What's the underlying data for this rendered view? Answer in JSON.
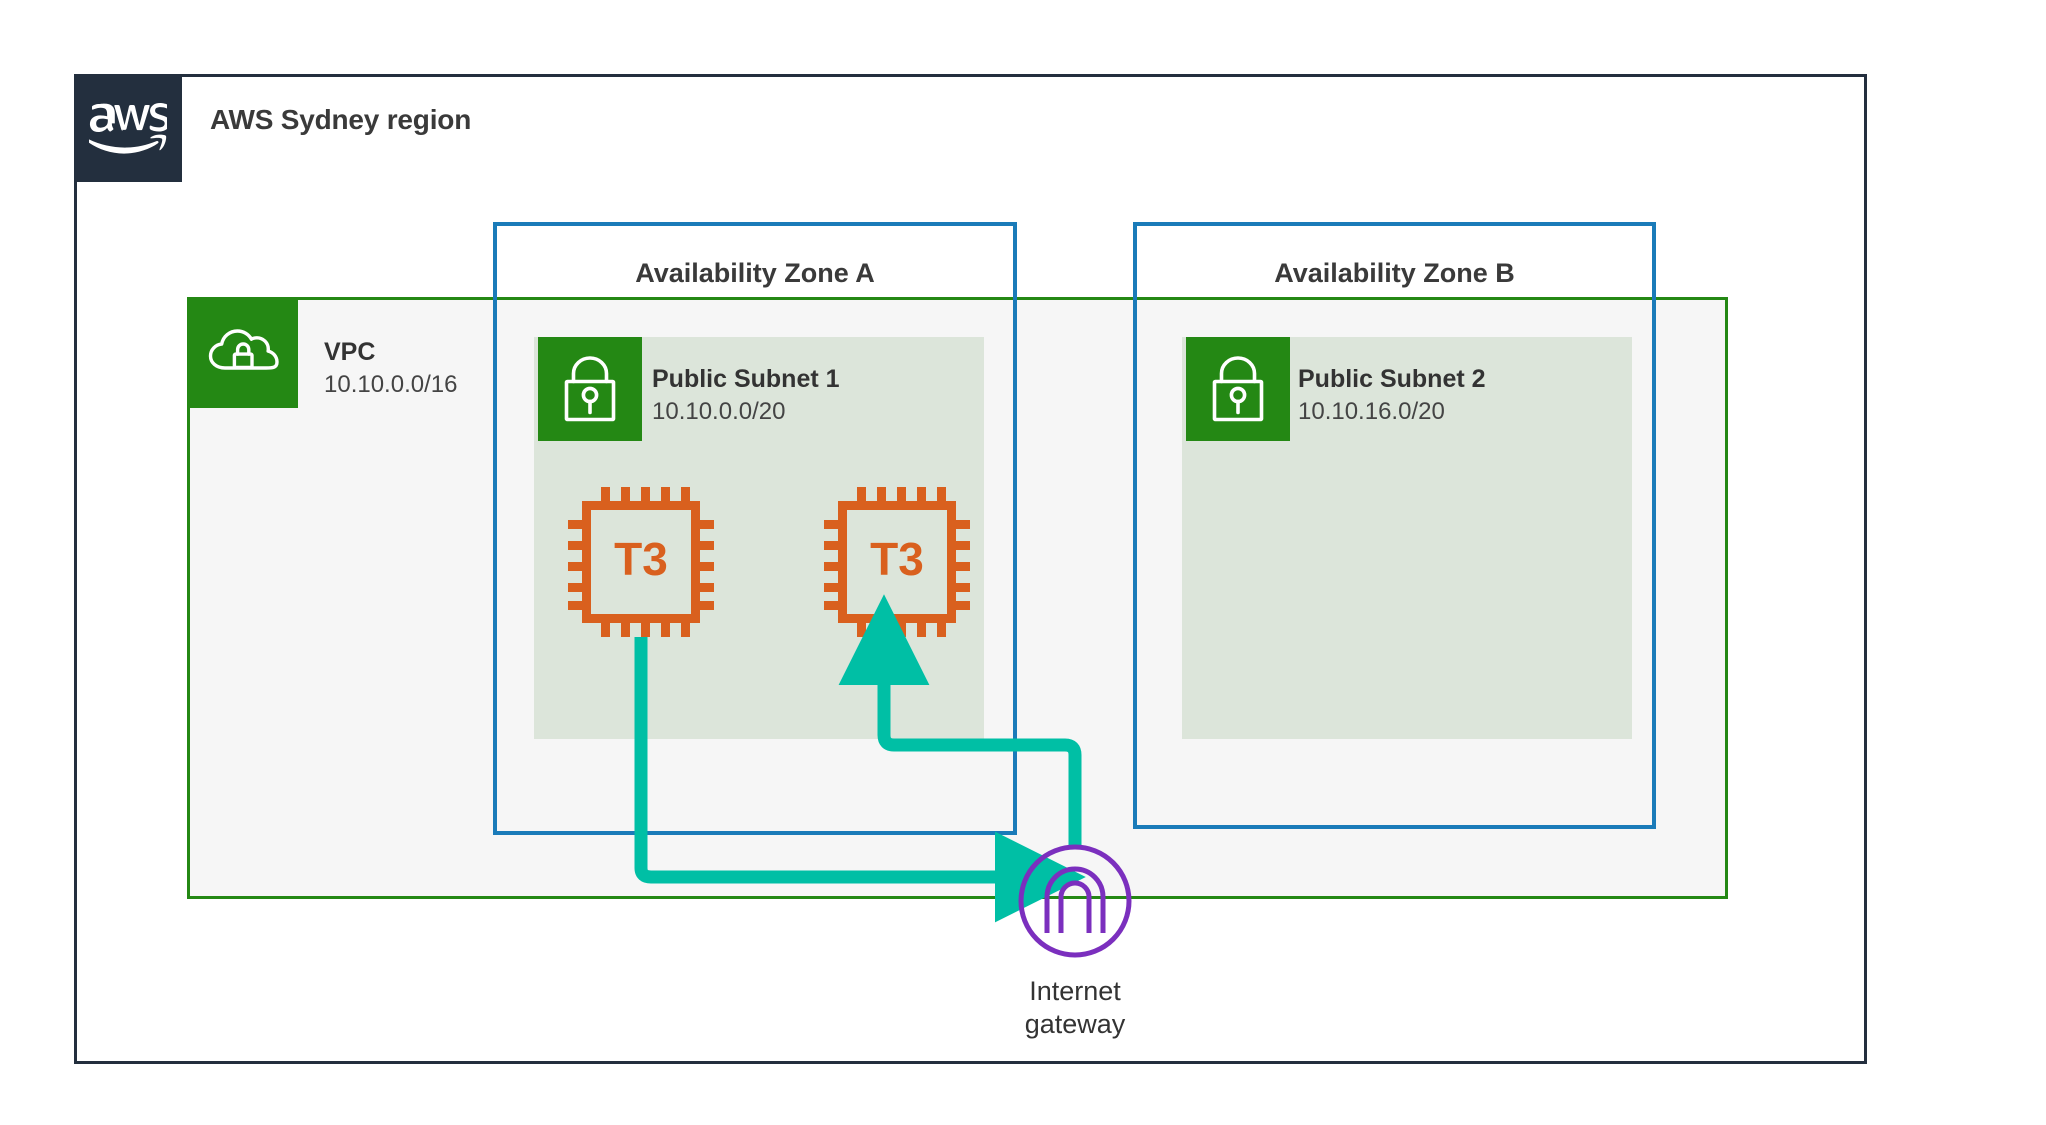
{
  "region": {
    "logo_icon": "aws-logo-icon",
    "title": "AWS Sydney region"
  },
  "availability_zones": [
    {
      "id": "az-a",
      "title": "Availability Zone A"
    },
    {
      "id": "az-b",
      "title": "Availability Zone B"
    }
  ],
  "vpc": {
    "icon": "vpc-cloud-lock-icon",
    "title": "VPC",
    "cidr": "10.10.0.0/16"
  },
  "subnets": [
    {
      "id": "public-subnet-1",
      "icon": "subnet-lock-icon",
      "title": "Public Subnet 1",
      "cidr": "10.10.0.0/20",
      "zone": "Availability Zone A"
    },
    {
      "id": "public-subnet-2",
      "icon": "subnet-lock-icon",
      "title": "Public Subnet 2",
      "cidr": "10.10.16.0/20",
      "zone": "Availability Zone B"
    }
  ],
  "instances": [
    {
      "id": "ec2-instance-1",
      "icon": "ec2-chip-icon",
      "label": "T3",
      "subnet": "public-subnet-1"
    },
    {
      "id": "ec2-instance-2",
      "icon": "ec2-chip-icon",
      "label": "T3",
      "subnet": "public-subnet-1"
    }
  ],
  "internet_gateway": {
    "icon": "internet-gateway-icon",
    "label_line1": "Internet",
    "label_line2": "gateway"
  },
  "connections": [
    {
      "id": "outbound",
      "from": "ec2-instance-1",
      "to": "internet-gateway",
      "direction": "to-gateway"
    },
    {
      "id": "inbound",
      "from": "internet-gateway",
      "to": "ec2-instance-2",
      "direction": "to-instance"
    }
  ],
  "colors": {
    "aws_navy": "#232F3E",
    "vpc_green": "#248814",
    "az_blue": "#1A7BB9",
    "subnet_fill": "#DCE5DA",
    "ec2_orange": "#D9601E",
    "connector_teal": "#00BFA5",
    "igw_purple": "#7B2FBE",
    "vpc_fill": "#F5F5F5",
    "text_dark": "#333333"
  }
}
